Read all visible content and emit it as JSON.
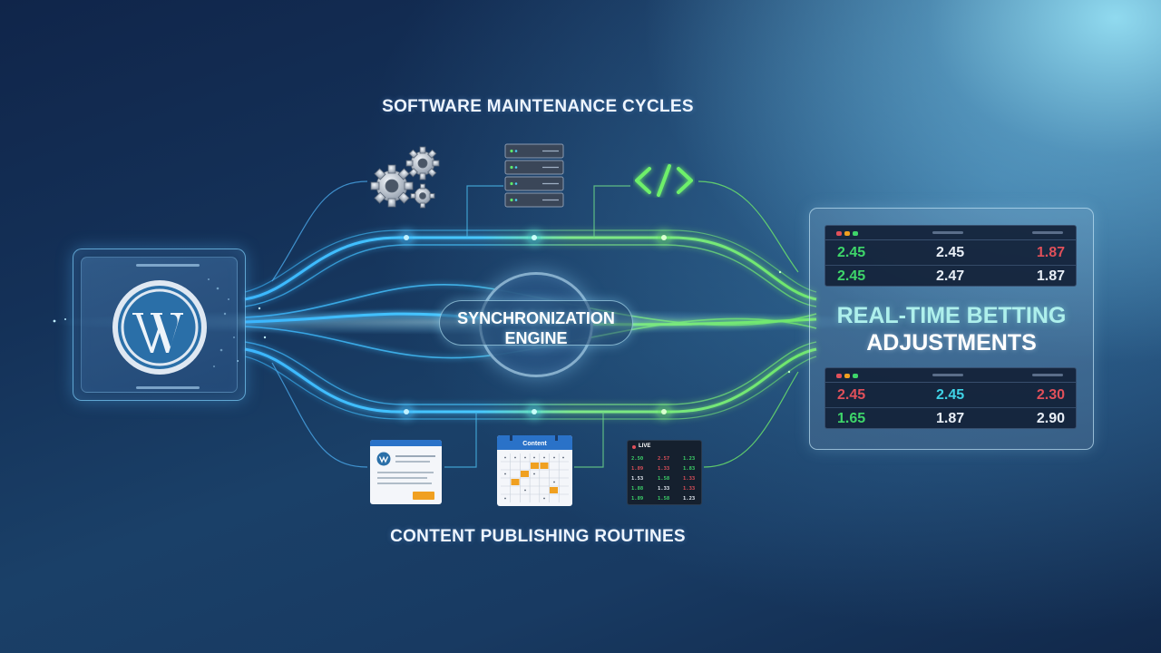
{
  "colors": {
    "blue_flow": "#3ab6ff",
    "green_flow": "#6ee86a",
    "odds_green": "#3ed66a",
    "odds_red": "#e0505a",
    "odds_cyan": "#3fd2e6",
    "odds_white": "#e8eef6",
    "accent_orange": "#f0a020",
    "wordpress_blue": "#2a6fa8"
  },
  "labels": {
    "maintenance": "SOFTWARE MAINTENANCE CYCLES",
    "publishing": "CONTENT PUBLISHING ROUTINES",
    "engine_line1": "SYNCHRONIZATION",
    "engine_line2": "ENGINE",
    "betting_line1": "REAL-TIME BETTING",
    "betting_line2": "ADJUSTMENTS"
  },
  "icons": {
    "source": "wordpress-logo",
    "maintenance": [
      "gears-icon",
      "server-rack-icon",
      "code-brackets-icon"
    ],
    "publishing": [
      "blog-post-editor-icon",
      "content-calendar-icon",
      "live-odds-board-icon"
    ]
  },
  "odds_panels": [
    {
      "rows": [
        [
          {
            "v": "2.45",
            "c": "green"
          },
          {
            "v": "2.45",
            "c": "white"
          },
          {
            "v": "1.87",
            "c": "red"
          }
        ],
        [
          {
            "v": "2.45",
            "c": "green"
          },
          {
            "v": "2.47",
            "c": "white"
          },
          {
            "v": "1.87",
            "c": "white"
          }
        ]
      ]
    },
    {
      "rows": [
        [
          {
            "v": "2.45",
            "c": "red"
          },
          {
            "v": "2.45",
            "c": "cyan"
          },
          {
            "v": "2.30",
            "c": "red"
          }
        ],
        [
          {
            "v": "1.65",
            "c": "green"
          },
          {
            "v": "1.87",
            "c": "white"
          },
          {
            "v": "2.90",
            "c": "white"
          }
        ]
      ]
    }
  ],
  "mini_calendar": {
    "title": "Content"
  },
  "mini_live": {
    "label": "LIVE",
    "rows": [
      [
        "2.50",
        "2.57",
        "1.23"
      ],
      [
        "1.89",
        "1.33",
        "1.83"
      ],
      [
        "1.53",
        "1.58",
        "1.33"
      ],
      [
        "1.88",
        "1.33",
        "1.33"
      ],
      [
        "1.89",
        "1.58",
        "1.23"
      ]
    ]
  }
}
